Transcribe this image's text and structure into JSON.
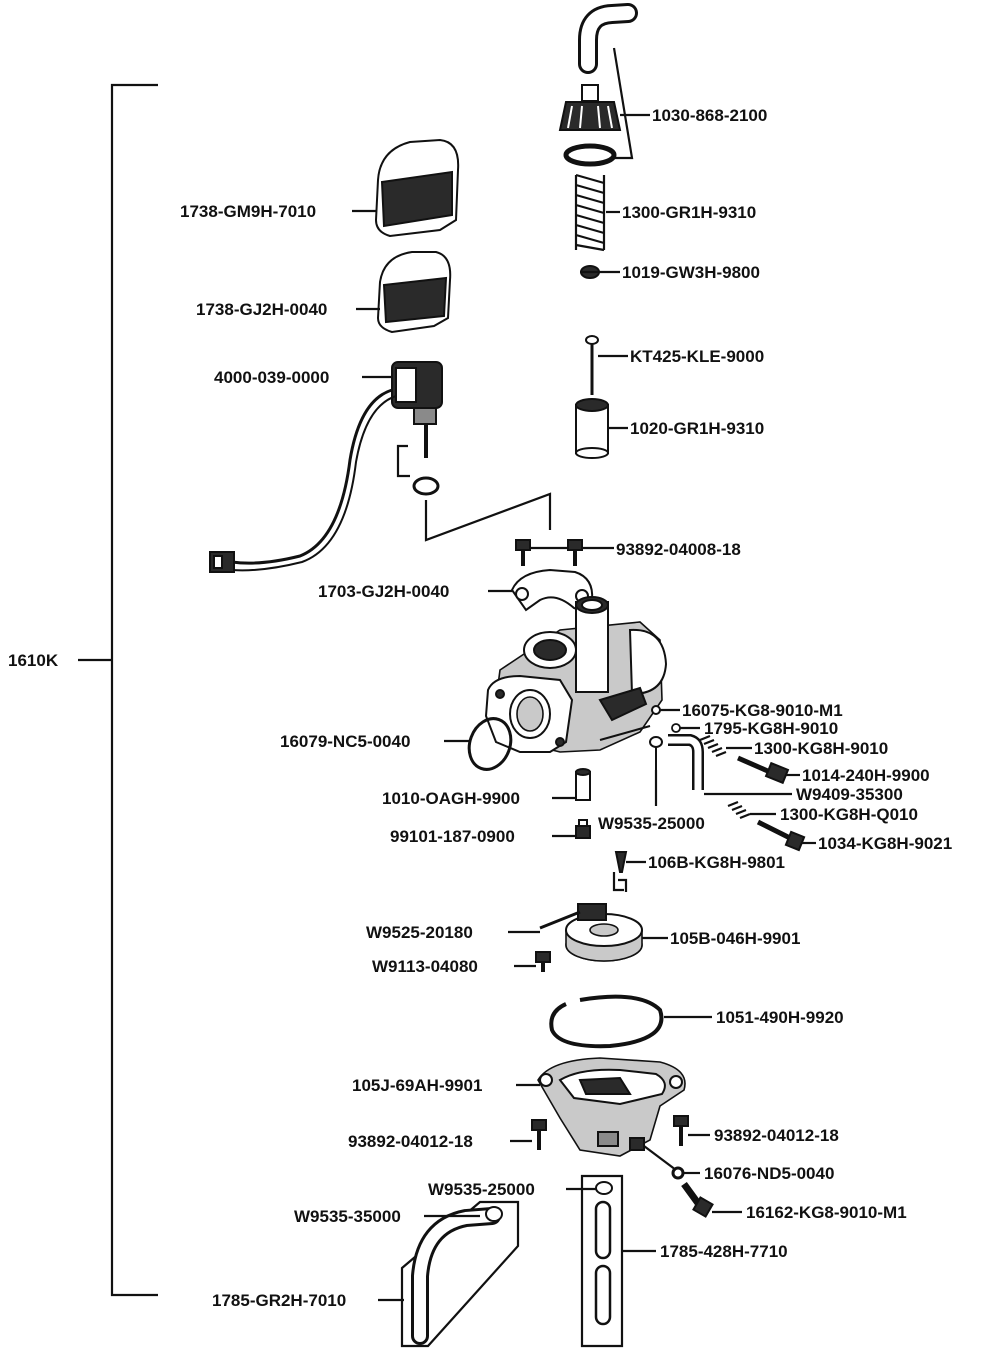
{
  "assembly_label": "1610K",
  "labels": {
    "l1030": "1030-868-2100",
    "l1300gr": "1300-GR1H-9310",
    "l1019": "1019-GW3H-9800",
    "lkt425": "KT425-KLE-9000",
    "l1020": "1020-GR1H-9310",
    "l1738gm": "1738-GM9H-7010",
    "l1738gj": "1738-GJ2H-0040",
    "l4000": "4000-039-0000",
    "l93892a": "93892-04008-18",
    "l1703": "1703-GJ2H-0040",
    "l16075": "16075-KG8-9010-M1",
    "l1795": "1795-KG8H-9010",
    "l16079": "16079-NC5-0040",
    "l1300kg": "1300-KG8H-9010",
    "l1014": "1014-240H-9900",
    "lw9409": "W9409-35300",
    "l1010": "1010-OAGH-9900",
    "l1300q": "1300-KG8H-Q010",
    "lw9535a": "W9535-25000",
    "l99101": "99101-187-0900",
    "l1034": "1034-KG8H-9021",
    "l106b": "106B-KG8H-9801",
    "lw9525": "W9525-20180",
    "l105b": "105B-046H-9901",
    "lw9113": "W9113-04080",
    "l1051": "1051-490H-9920",
    "l105j": "105J-69AH-9901",
    "l93892b": "93892-04012-18",
    "l93892c": "93892-04012-18",
    "l16076": "16076-ND5-0040",
    "lw9535b": "W9535-25000",
    "lw9535c": "W9535-35000",
    "l16162": "16162-KG8-9010-M1",
    "l1785428": "1785-428H-7710",
    "l1785gr": "1785-GR2H-7010"
  }
}
